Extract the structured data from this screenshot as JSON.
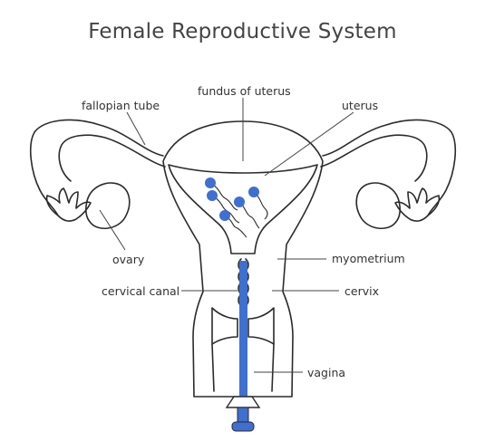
{
  "title": "Female Reproductive System",
  "labels": {
    "fundus": "fundus of uterus",
    "fallopian_tube": "fallopian tube",
    "uterus": "uterus",
    "ovary": "ovary",
    "myometrium": "myometrium",
    "cervical_canal": "cervical canal",
    "cervix": "cervix",
    "vagina": "vagina"
  },
  "colors": {
    "outline": "#2b2b2b",
    "accent": "#3f6fd0",
    "leader": "#444444",
    "text": "#333333"
  }
}
